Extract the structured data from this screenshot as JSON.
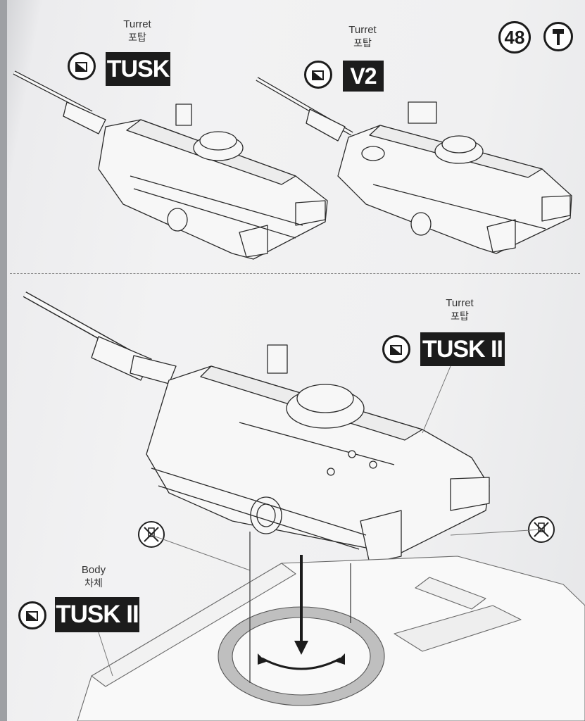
{
  "step": {
    "number": "48"
  },
  "panels": {
    "tusk": {
      "caption_en": "Turret",
      "caption_ko": "포탑",
      "badge": "TUSK"
    },
    "v2": {
      "caption_en": "Turret",
      "caption_ko": "포탑",
      "badge": "V2"
    },
    "tusk2_turret": {
      "caption_en": "Turret",
      "caption_ko": "포탑",
      "badge": "TUSK II"
    },
    "tusk2_body": {
      "caption_en": "Body",
      "caption_ko": "차체",
      "badge": "TUSK II"
    }
  },
  "icons": {
    "step_tool": "pliers-icon",
    "orientation": "orientation-view-icon",
    "no_glue": "no-glue-icon"
  },
  "colors": {
    "ink": "#1c1c1c",
    "paper": "#f1f1f2",
    "line": "#2a2a2a"
  }
}
